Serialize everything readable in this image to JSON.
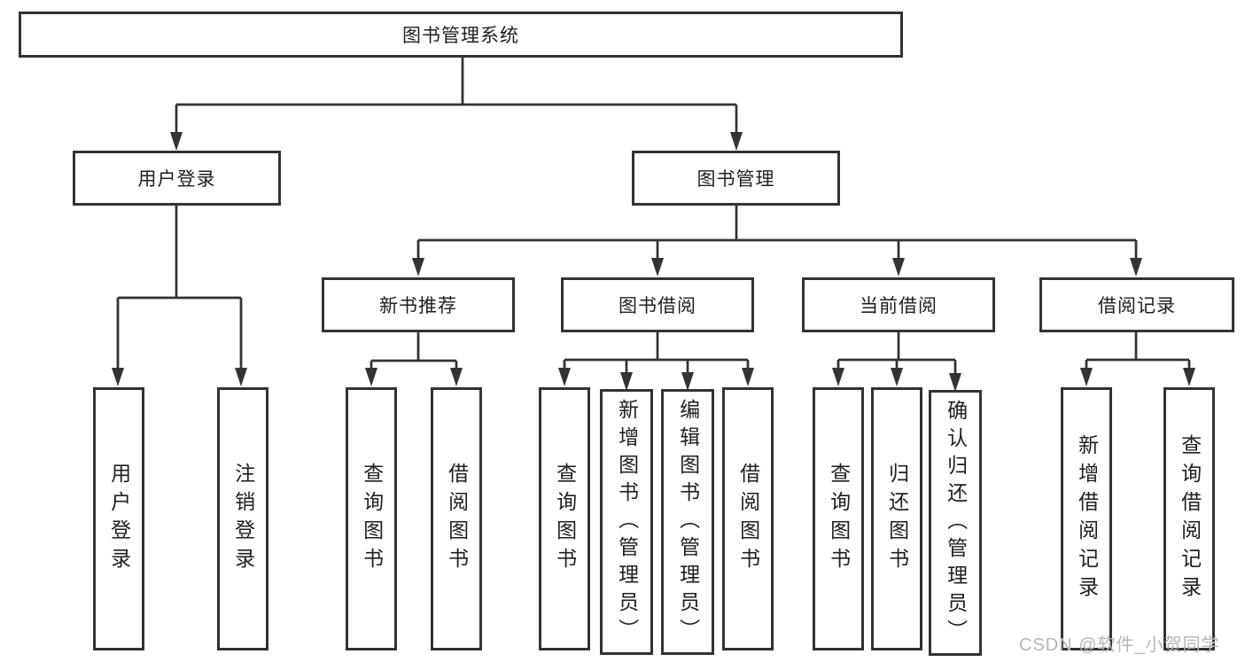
{
  "diagram": {
    "title": "图书管理系统",
    "branches": [
      {
        "label": "用户登录",
        "children": [
          {
            "label": "用户登录"
          },
          {
            "label": "注销登录"
          }
        ]
      },
      {
        "label": "图书管理",
        "modules": [
          {
            "label": "新书推荐",
            "children": [
              {
                "label": "查询图书"
              },
              {
                "label": "借阅图书"
              }
            ]
          },
          {
            "label": "图书借阅",
            "children": [
              {
                "label": "查询图书"
              },
              {
                "label": "新增图书（管理员）"
              },
              {
                "label": "编辑图书（管理员）"
              },
              {
                "label": "借阅图书"
              }
            ]
          },
          {
            "label": "当前借阅",
            "children": [
              {
                "label": "查询图书"
              },
              {
                "label": "归还图书"
              },
              {
                "label": "确认归还（管理员）"
              }
            ]
          },
          {
            "label": "借阅记录",
            "children": [
              {
                "label": "新增借阅记录"
              },
              {
                "label": "查询借阅记录"
              }
            ]
          }
        ]
      }
    ]
  },
  "watermark": {
    "text": "CSDN @软件_小贺同学",
    "color": "#b5b5b8"
  },
  "colors": {
    "line": "#333333",
    "box_border": "#333333",
    "box_fill": "#ffffff",
    "text": "#1f1f1f",
    "background": "#ffffff"
  }
}
